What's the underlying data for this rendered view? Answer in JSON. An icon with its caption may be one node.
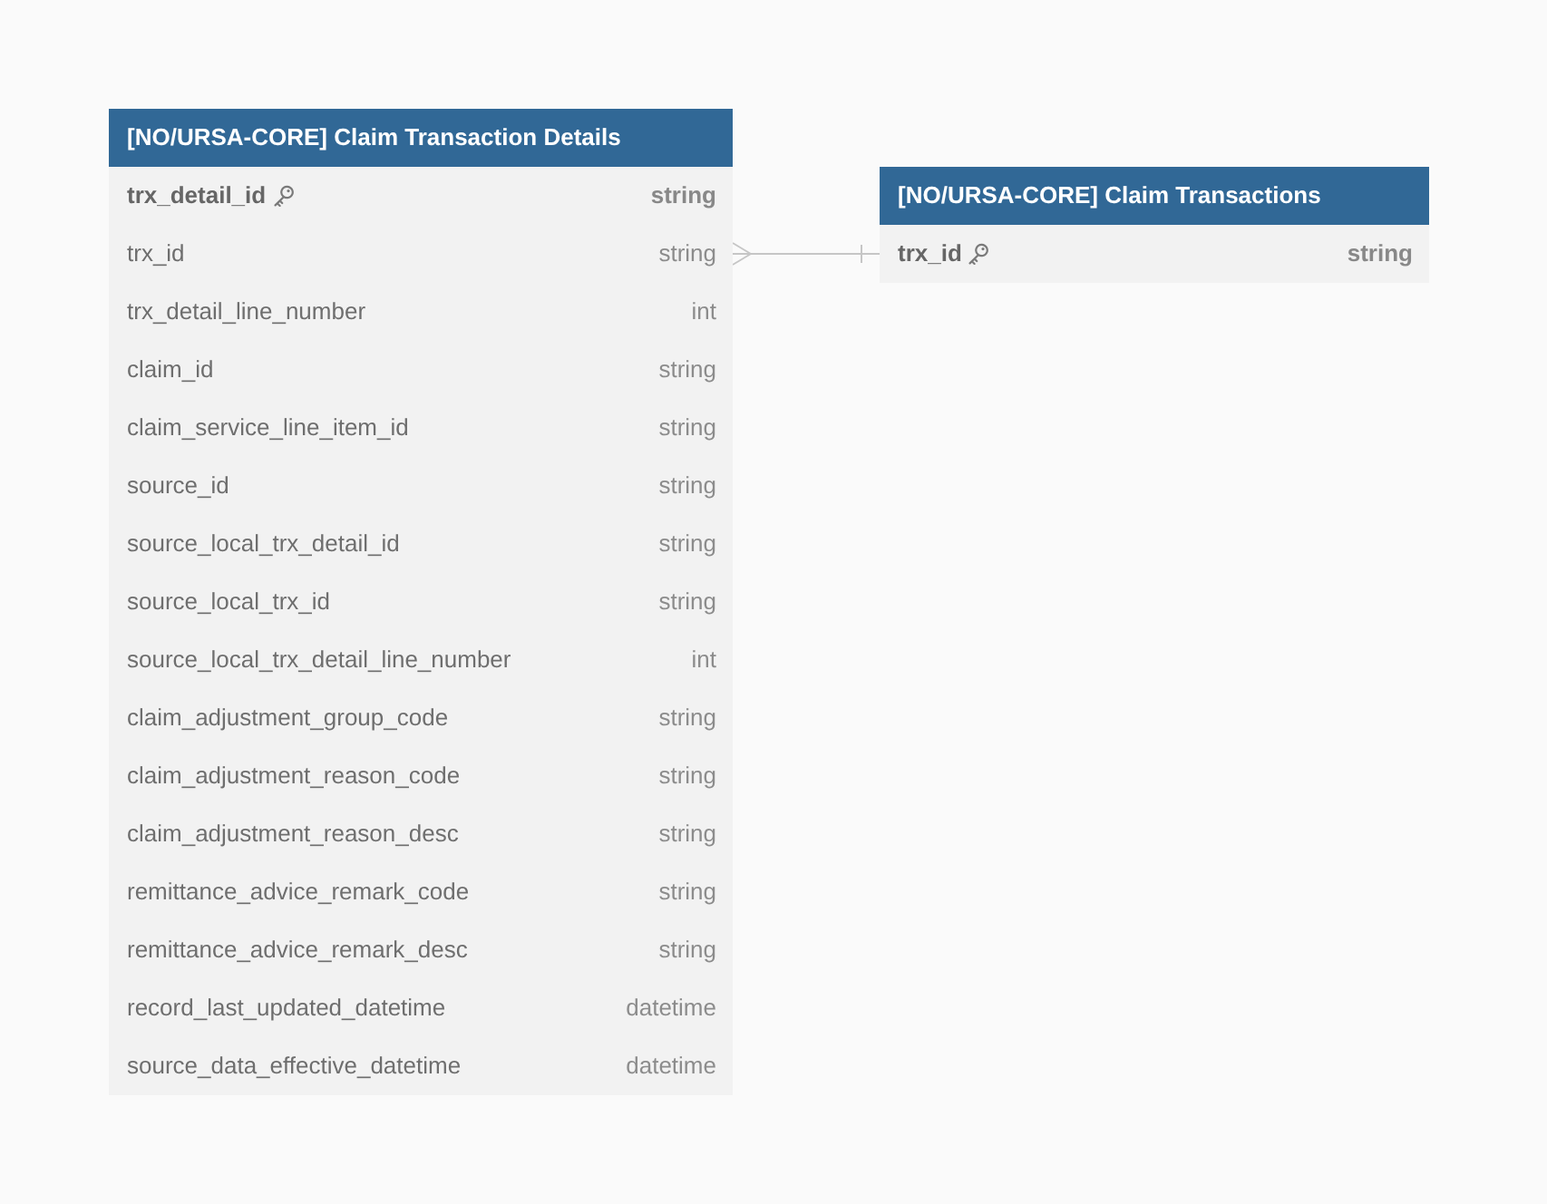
{
  "diagram": {
    "nodes": [
      {
        "text": [
          "[NO/URSA-CORE] Claim Transaction Details"
        ]
      },
      {
        "text": [
          "trx_detail_id",
          "string"
        ],
        "in": 0
      },
      {
        "text": [
          "trx_id",
          "string"
        ],
        "in": 0
      },
      {
        "text": [
          "trx_detail_line_number",
          "int"
        ],
        "in": 0
      },
      {
        "text": [
          "claim_id",
          "string"
        ],
        "in": 0
      },
      {
        "text": [
          "claim_service_line_item_id",
          "string"
        ],
        "in": 0
      },
      {
        "text": [
          "source_id",
          "string"
        ],
        "in": 0
      },
      {
        "text": [
          "source_local_trx_detail_id",
          "string"
        ],
        "in": 0
      },
      {
        "text": [
          "source_local_trx_id",
          "string"
        ],
        "in": 0
      },
      {
        "text": [
          "source_local_trx_detail_line_number",
          "int"
        ],
        "in": 0
      },
      {
        "text": [
          "claim_adjustment_group_code",
          "string"
        ],
        "in": 0
      },
      {
        "text": [
          "claim_adjustment_reason_code",
          "string"
        ],
        "in": 0
      },
      {
        "text": [
          "claim_adjustment_reason_desc",
          "string"
        ],
        "in": 0
      },
      {
        "text": [
          "remittance_advice_remark_code",
          "string"
        ],
        "in": 0
      },
      {
        "text": [
          "remittance_advice_remark_desc",
          "string"
        ],
        "in": 0
      },
      {
        "text": [
          "record_last_updated_datetime",
          "datetime"
        ],
        "in": 0
      },
      {
        "text": [
          "source_data_effective_datetime",
          "datetime"
        ],
        "in": 0
      },
      {
        "text": [
          "[NO/URSA-CORE] Claim Transactions"
        ]
      },
      {
        "text": [
          "trx_id",
          "string"
        ],
        "in": 17
      }
    ],
    "edges": [
      {
        "from": 2,
        "to": 18,
        "arrow": "other"
      }
    ]
  }
}
